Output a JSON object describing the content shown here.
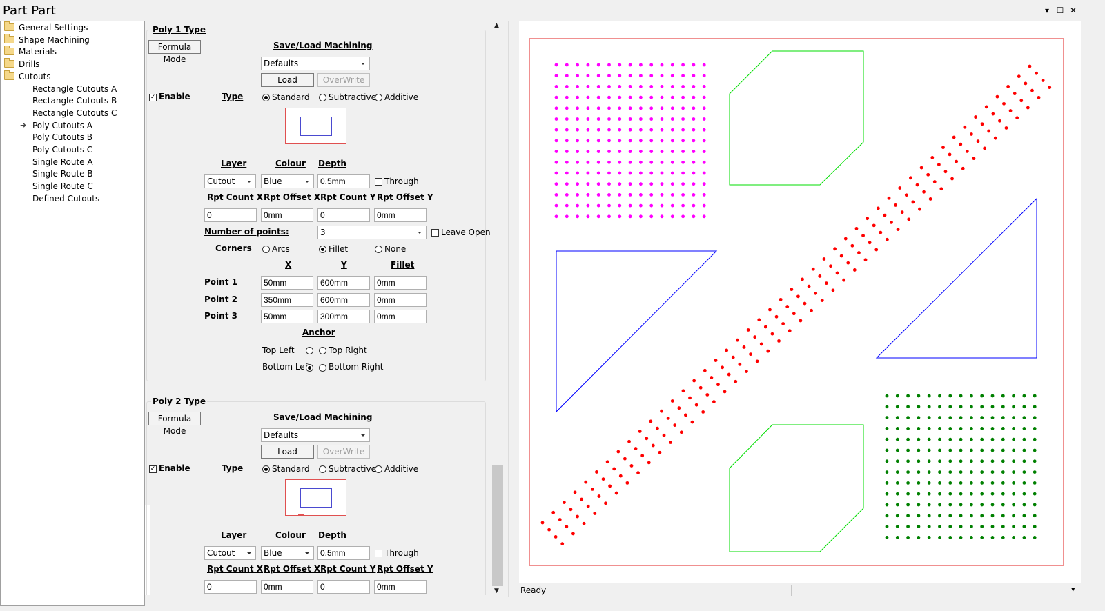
{
  "window": {
    "title": "Part Part",
    "minimize_glyph": "▾",
    "maximize_glyph": "☐",
    "close_glyph": "✕"
  },
  "tree": {
    "folders": [
      "General Settings",
      "Shape Machining",
      "Materials",
      "Drills",
      "Cutouts"
    ],
    "cutouts": [
      "Rectangle Cutouts A",
      "Rectangle Cutouts B",
      "Rectangle Cutouts C",
      "Poly Cutouts A",
      "Poly Cutouts B",
      "Poly Cutouts C",
      "Single Route A",
      "Single Route B",
      "Single Route C",
      "Defined Cutouts"
    ],
    "selected": "Poly Cutouts A",
    "selected_glyph": "➜"
  },
  "poly1": {
    "title": "Poly 1 Type",
    "formula_mode": "Formula Mode",
    "save_load": "Save/Load Machining",
    "preset": "Defaults",
    "load": "Load",
    "overwrite": "OverWrite",
    "enable": "Enable",
    "enabled": true,
    "type_label": "Type",
    "type_options": [
      "Standard",
      "Subtractive",
      "Additive"
    ],
    "type_selected": "Standard",
    "layer_label": "Layer",
    "colour_label": "Colour",
    "depth_label": "Depth",
    "layer": "Cutout",
    "colour": "Blue",
    "depth": "0.5mm",
    "through": "Through",
    "through_checked": false,
    "rpt_count_x_label": "Rpt Count X",
    "rpt_offset_x_label": "Rpt Offset X",
    "rpt_count_y_label": "Rpt Count Y",
    "rpt_offset_y_label": "Rpt Offset Y",
    "rpt_count_x": "0",
    "rpt_offset_x": "0mm",
    "rpt_count_y": "0",
    "rpt_offset_y": "0mm",
    "num_points_label": "Number of points:",
    "num_points": "3",
    "leave_open": "Leave Open",
    "leave_open_checked": false,
    "corners_label": "Corners",
    "corner_options": [
      "Arcs",
      "Fillet",
      "None"
    ],
    "corner_selected": "Fillet",
    "x_label": "X",
    "y_label": "Y",
    "fillet_label": "Fillet",
    "points": [
      {
        "label": "Point 1",
        "x": "50mm",
        "y": "600mm",
        "fillet": "0mm"
      },
      {
        "label": "Point 2",
        "x": "350mm",
        "y": "600mm",
        "fillet": "0mm"
      },
      {
        "label": "Point 3",
        "x": "50mm",
        "y": "300mm",
        "fillet": "0mm"
      }
    ],
    "anchor_label": "Anchor",
    "anchor_top_left": "Top Left",
    "anchor_top_right": "Top Right",
    "anchor_bottom_left": "Bottom Left",
    "anchor_bottom_right": "Bottom Right",
    "anchor_selected": "Bottom Left"
  },
  "poly2": {
    "title": "Poly 2 Type",
    "formula_mode": "Formula Mode",
    "save_load": "Save/Load Machining",
    "preset": "Defaults",
    "load": "Load",
    "overwrite": "OverWrite",
    "enable": "Enable",
    "enabled": true,
    "type_label": "Type",
    "type_options": [
      "Standard",
      "Subtractive",
      "Additive"
    ],
    "type_selected": "Standard",
    "layer_label": "Layer",
    "colour_label": "Colour",
    "depth_label": "Depth",
    "layer": "Cutout",
    "colour": "Blue",
    "depth": "0.5mm",
    "through": "Through",
    "through_checked": false,
    "rpt_count_x_label": "Rpt Count X",
    "rpt_offset_x_label": "Rpt Offset X",
    "rpt_count_y_label": "Rpt Count Y",
    "rpt_offset_y_label": "Rpt Offset Y",
    "rpt_count_x": "0",
    "rpt_offset_x": "0mm",
    "rpt_count_y": "0",
    "rpt_offset_y": "0mm"
  },
  "scrollbar": {
    "up_glyph": "▲",
    "down_glyph": "▼"
  },
  "status": {
    "text": "Ready",
    "dropdown_glyph": "▾"
  },
  "colors": {
    "border": "#e02020",
    "magenta": "#ff00ff",
    "green_outline": "#00dd00",
    "blue": "#0000ff",
    "red": "#ff0000",
    "dark_green": "#008000"
  }
}
